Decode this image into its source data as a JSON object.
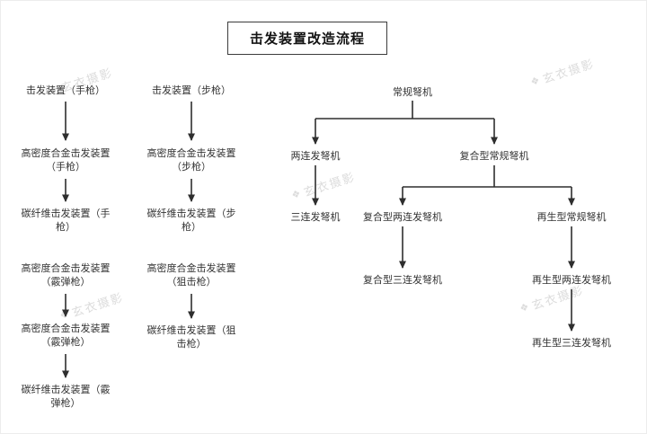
{
  "title": "击发装置改造流程",
  "watermark": {
    "icon": "❖",
    "text": "玄衣摄影"
  },
  "pistol_chain": {
    "base": "击发装置（手枪）",
    "alloy": "高密度合金击发装置（手枪）",
    "carbon": "碳纤维击发装置（手枪）"
  },
  "rifle_chain": {
    "base": "击发装置（步枪）",
    "alloy": "高密度合金击发装置（步枪）",
    "carbon": "碳纤维击发装置（步枪）"
  },
  "shotgun_chain": {
    "alloy1": "高密度合金击发装置（霰弹枪）",
    "alloy2": "高密度合金击发装置（霰弹枪）",
    "carbon": "碳纤维击发装置（霰弹枪）"
  },
  "sniper_chain": {
    "alloy": "高密度合金击发装置（狙击枪）",
    "carbon": "碳纤维击发装置（狙击枪）"
  },
  "crossbow_tree": {
    "regular": "常规弩机",
    "double": "两连发弩机",
    "composite_regular": "复合型常规弩机",
    "triple": "三连发弩机",
    "composite_double": "复合型两连发弩机",
    "regen_regular": "再生型常规弩机",
    "composite_triple": "复合型三连发弩机",
    "regen_double": "再生型两连发弩机",
    "regen_triple": "再生型三连发弩机"
  }
}
